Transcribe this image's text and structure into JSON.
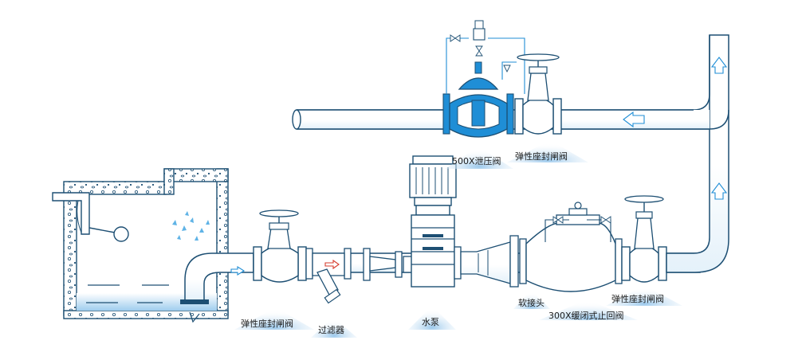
{
  "labels": {
    "relief_valve": "500X泄压阀",
    "gate_valve_top": "弹性座封闸阀",
    "gate_valve_left": "弹性座封闸阀",
    "strainer": "过滤器",
    "pump": "水泵",
    "flex_joint": "软接头",
    "check_valve": "300X缓闭式止回阀",
    "gate_valve_right": "弹性座封闸阀"
  },
  "colors": {
    "line": "#1d4f73",
    "accent": "#1f8ed6",
    "water": "#b9dcf2",
    "label_bg": "#a9cfee",
    "arrow": "#d63c2e"
  }
}
